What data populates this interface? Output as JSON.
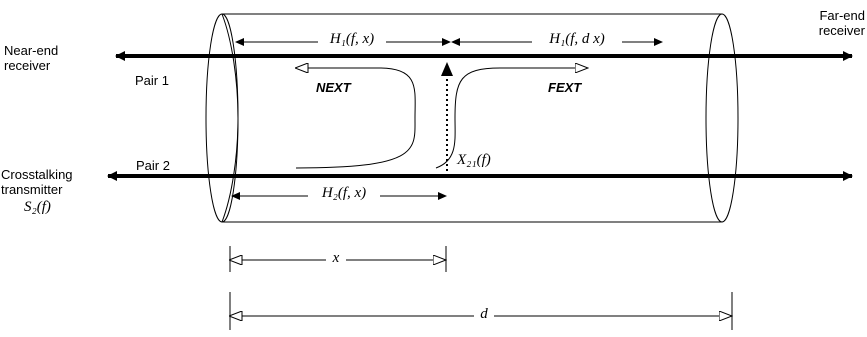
{
  "labels": {
    "near_end": [
      "Near-end",
      "receiver"
    ],
    "far_end": [
      "Far-end",
      "receiver"
    ],
    "pair1": "Pair 1",
    "pair2": "Pair 2",
    "crosstalk_tx": [
      "Crosstalking",
      "transmitter"
    ],
    "s2f": "S₂(f)",
    "next": "NEXT",
    "fext": "FEXT",
    "h1_fx": "H₁(f, x)",
    "h1_fdx": "H₁(f, d   x)",
    "h2_fx": "H₂(f, x)",
    "x21": "X₂₁(f)",
    "x": "x",
    "d": "d"
  }
}
